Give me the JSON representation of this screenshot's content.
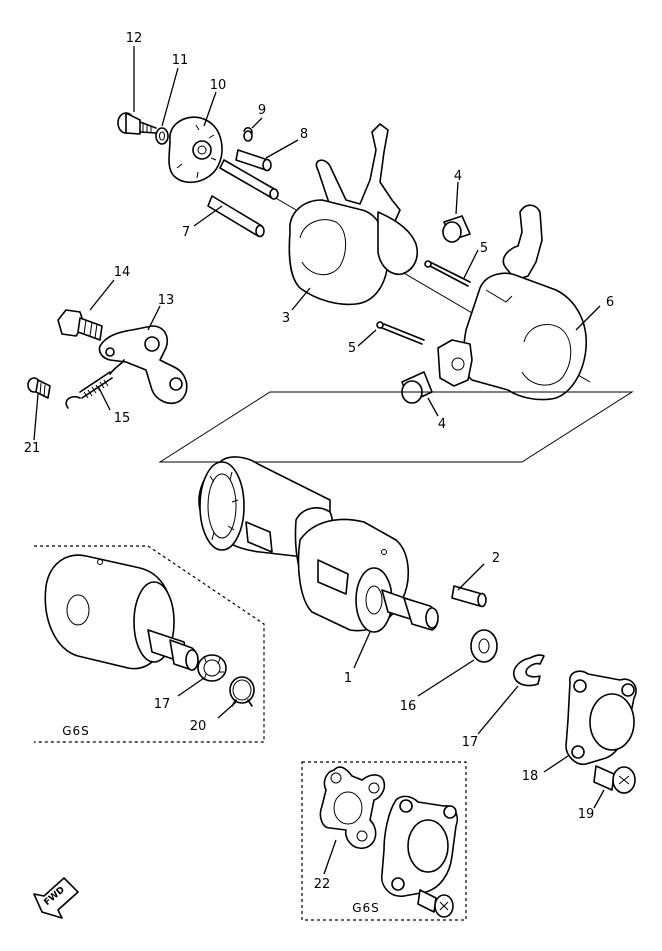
{
  "callouts": {
    "c1": "1",
    "c2": "2",
    "c3": "3",
    "c4a": "4",
    "c4b": "4",
    "c5a": "5",
    "c5b": "5",
    "c6": "6",
    "c7": "7",
    "c8": "8",
    "c9": "9",
    "c10": "10",
    "c11": "11",
    "c12": "12",
    "c13": "13",
    "c14": "14",
    "c15": "15",
    "c16": "16",
    "c17a": "17",
    "c17b": "17",
    "c18": "18",
    "c19": "19",
    "c20": "20",
    "c21": "21",
    "c22": "22"
  },
  "group_labels": {
    "left_box": "G6S",
    "bottom_box": "G6S"
  },
  "direction_arrow": {
    "label": "FWD",
    "icon": "fwd-arrow-icon"
  }
}
